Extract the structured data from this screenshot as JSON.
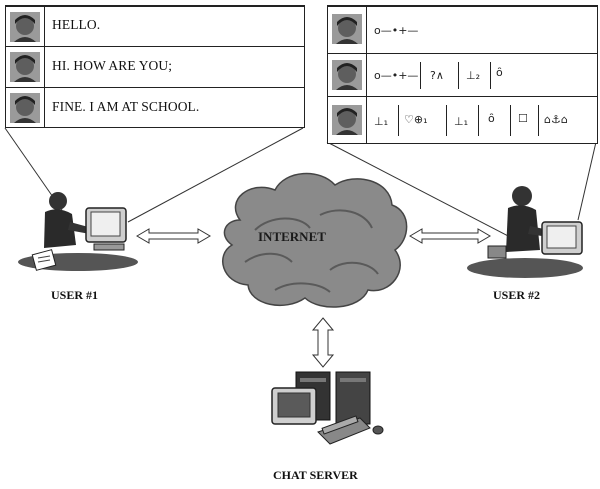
{
  "user1_panel": {
    "messages": [
      "HELLO.",
      "HI. HOW ARE YOU;",
      "FINE. I AM AT SCHOOL."
    ]
  },
  "user2_panel": {
    "rows": [
      [
        "o—•+—"
      ],
      [
        "o—•+—",
        "?∧",
        "⊥₂",
        "ȏ"
      ],
      [
        "⊥₁",
        "♡⊕₁",
        "⊥₁",
        "ȏ",
        "☐",
        "⌂⚓⌂"
      ]
    ]
  },
  "labels": {
    "user1": "USER #1",
    "user2": "USER #2",
    "internet": "INTERNET",
    "server": "CHAT SERVER"
  },
  "icons": {
    "face": "face-icon",
    "user1": "person-at-computer-icon",
    "user2": "person-at-computer-icon",
    "internet": "cloud-icon",
    "server": "server-computer-icon"
  }
}
